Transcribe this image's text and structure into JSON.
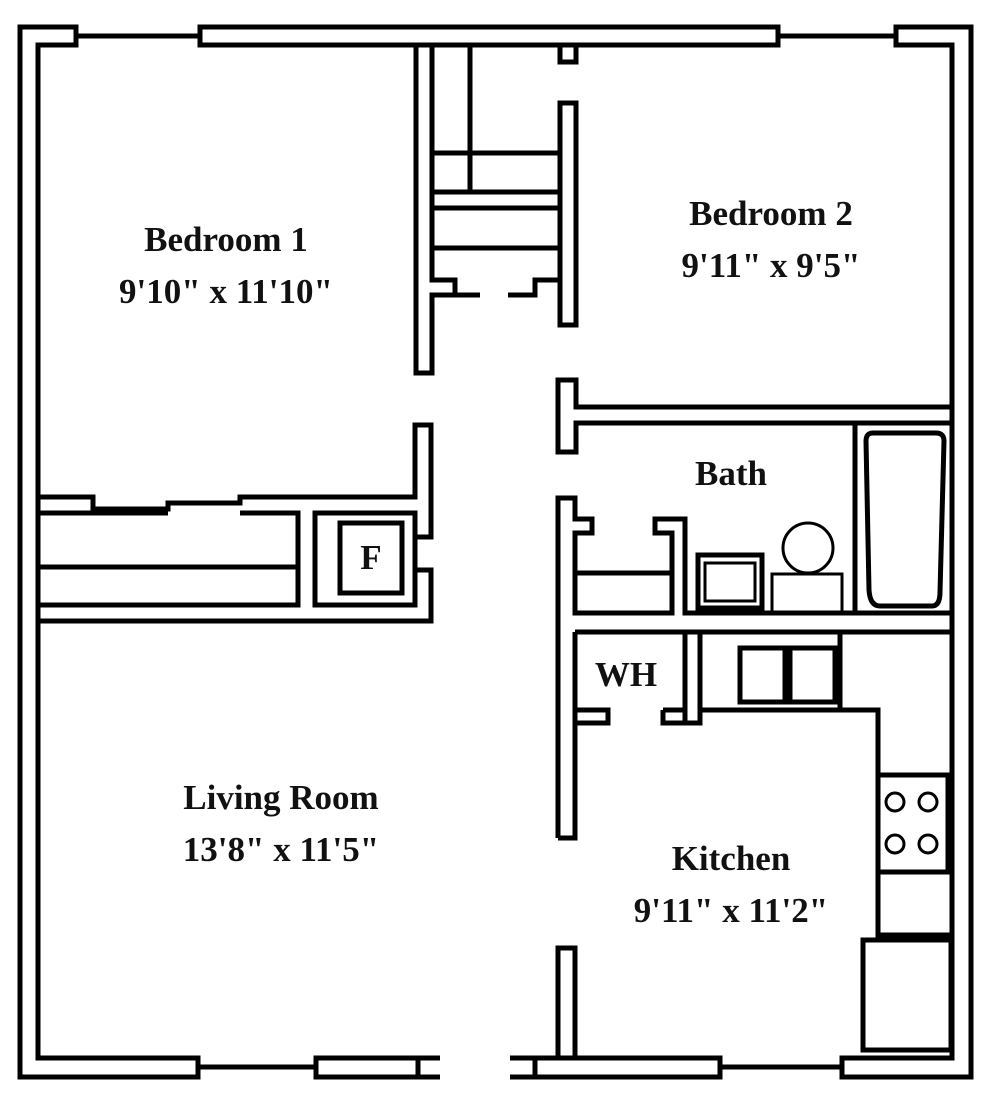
{
  "rooms": {
    "bedroom1": {
      "name": "Bedroom 1",
      "size": "9'10\" x 11'10\""
    },
    "bedroom2": {
      "name": "Bedroom 2",
      "size": "9'11\" x 9'5\""
    },
    "bath": {
      "name": "Bath"
    },
    "water_heater": {
      "name": "WH"
    },
    "furnace": {
      "name": "F"
    },
    "living_room": {
      "name": "Living Room",
      "size": "13'8\" x 11'5\""
    },
    "kitchen": {
      "name": "Kitchen",
      "size": "9'11\" x 11'2\""
    }
  }
}
